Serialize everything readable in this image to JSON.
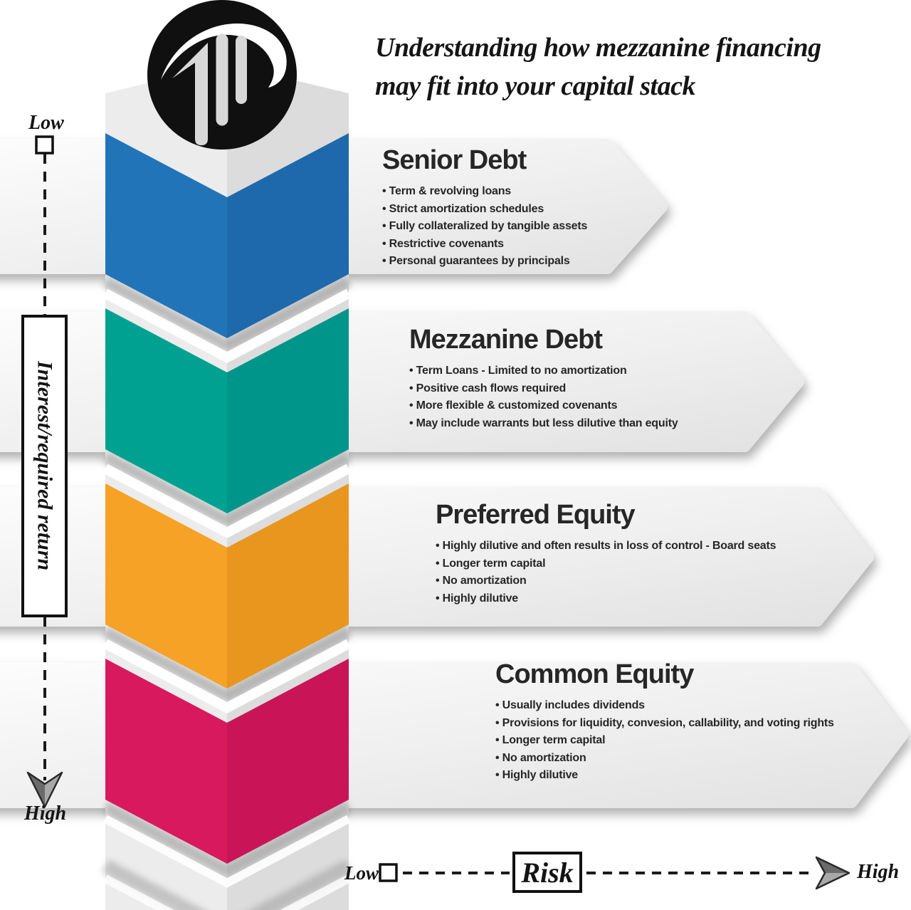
{
  "header": {
    "title_line1": "Understanding how mezzanine financing",
    "title_line2": "may fit into your capital stack"
  },
  "logo": {
    "icon": "pillar-drip-logo"
  },
  "sections": [
    {
      "title": "Senior Debt",
      "color": "#2274B8",
      "color_dark": "#1D69AC",
      "bullets": [
        "Term & revolving loans",
        "Strict amortization schedules",
        "Fully collateralized by tangible assets",
        "Restrictive covenants",
        "Personal guarantees by principals"
      ]
    },
    {
      "title": "Mezzanine Debt",
      "color": "#00A191",
      "color_dark": "#00958A",
      "bullets": [
        "Term Loans - Limited to no amortization",
        "Positive cash flows required",
        "More flexible & customized covenants",
        "May include warrants but less dilutive than equity"
      ]
    },
    {
      "title": "Preferred Equity",
      "color": "#F6A226",
      "color_dark": "#E9961F",
      "bullets": [
        "Highly dilutive and often results in loss of control - Board seats",
        "Longer term capital",
        "No amortization",
        "Highly dilutive"
      ]
    },
    {
      "title": "Common Equity",
      "color": "#D8195E",
      "color_dark": "#C91557",
      "bullets": [
        "Usually includes dividends",
        "Provisions for liquidity, convesion, callability, and voting rights",
        "Longer term capital",
        "No amortization",
        "Highly dilutive"
      ]
    }
  ],
  "y_axis": {
    "low": "Low",
    "high": "High",
    "label": "Interest/required return"
  },
  "x_axis": {
    "low": "Low",
    "high": "High",
    "label": "Risk"
  }
}
